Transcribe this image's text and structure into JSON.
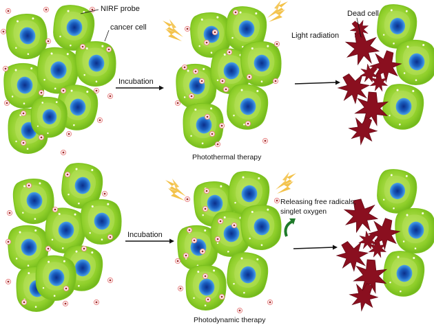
{
  "labels": {
    "nirf_probe": "NIRF probe",
    "cancer_cell": "cancer cell",
    "light_radiation": "Light radiation",
    "dead_cell": "Dead cell",
    "incubation_top": "Incubation",
    "incubation_bottom": "Incubation",
    "photothermal": "Photothermal therapy",
    "photodynamic": "Photodynamic therapy",
    "releasing_line1": "Releasing free radicals;",
    "releasing_line2": "singlet oxygen"
  },
  "colors": {
    "cell_outer": "#7cc21e",
    "cell_inner": "#b5e05a",
    "nucleus": "#1e6fc8",
    "nucleus_center": "#0b2f8a",
    "probe_ring": "#e88a8a",
    "probe_core": "#9e2a2a",
    "dead_cell": "#8a0f1f",
    "light_burst": "#f3c24a",
    "arrow": "#111111",
    "oxygen_arrow": "#1f7a2a"
  },
  "icons": {
    "light_burst": "lightning-burst-icon",
    "oxygen_arrow": "curved-up-arrow-icon"
  }
}
